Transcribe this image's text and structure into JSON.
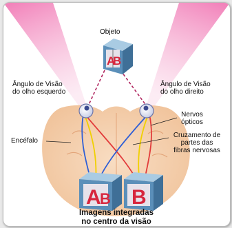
{
  "diagram": {
    "labels": {
      "object": "Objeto",
      "left_angle_line1": "Ângulo de Visão",
      "left_angle_line2": "do olho esquerdo",
      "right_angle_line1": "Ângulo de Visão",
      "right_angle_line2": "do olho direito",
      "optic_nerves_line1": "Nervos",
      "optic_nerves_line2": "ópticos",
      "brain": "Encéfalo",
      "crossing_line1": "Cruzamento de",
      "crossing_line2": "partes das",
      "crossing_line3": "fibras nervosas",
      "integrated_line1": "Imagens integradas",
      "integrated_line2": "no centro da visão"
    },
    "cube_letters": {
      "left": "A",
      "right": "B"
    },
    "colors": {
      "vision_cone": "#f08ec0",
      "brain": "#f5cfa8",
      "cube_face": "#5b8fb9",
      "cube_top": "#a9cbe3",
      "letter_panel": "#e6e2ea",
      "letter_red": "#d7263d",
      "nerve_blue": "#2f5fd6",
      "nerve_red": "#e23b3b",
      "nerve_yellow": "#f0d000"
    }
  }
}
